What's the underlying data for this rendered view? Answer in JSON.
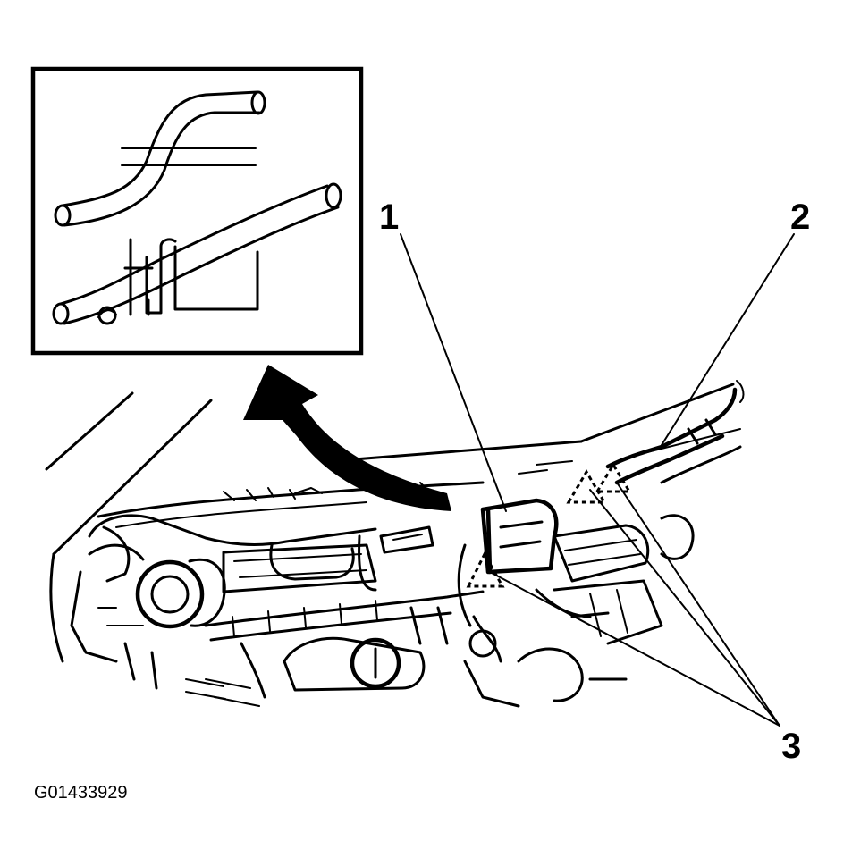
{
  "callouts": {
    "label_1": "1",
    "label_2": "2",
    "label_3": "3"
  },
  "figure_id": "G01433929",
  "colors": {
    "ink": "#000000",
    "background": "#ffffff"
  }
}
